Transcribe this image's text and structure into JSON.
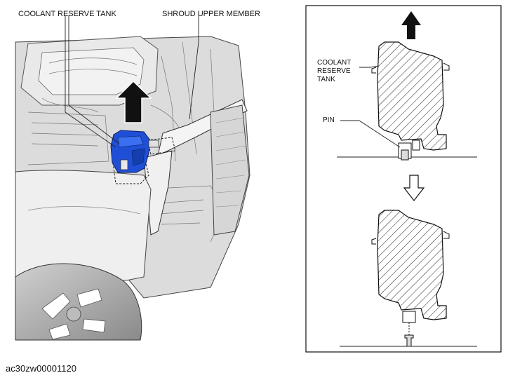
{
  "labels": {
    "coolant_reserve_tank": "COOLANT RESERVE TANK",
    "shroud_upper_member": "SHROUD UPPER MEMBER",
    "panel_tank_lines": [
      "COOLANT",
      "RESERVE",
      "TANK"
    ],
    "panel_pin": "PIN"
  },
  "caption": "ac30zw00001120",
  "colors": {
    "tank_highlight": "#1f4fd6",
    "line": "#222222",
    "engine_fill": "#e6e6e6"
  }
}
